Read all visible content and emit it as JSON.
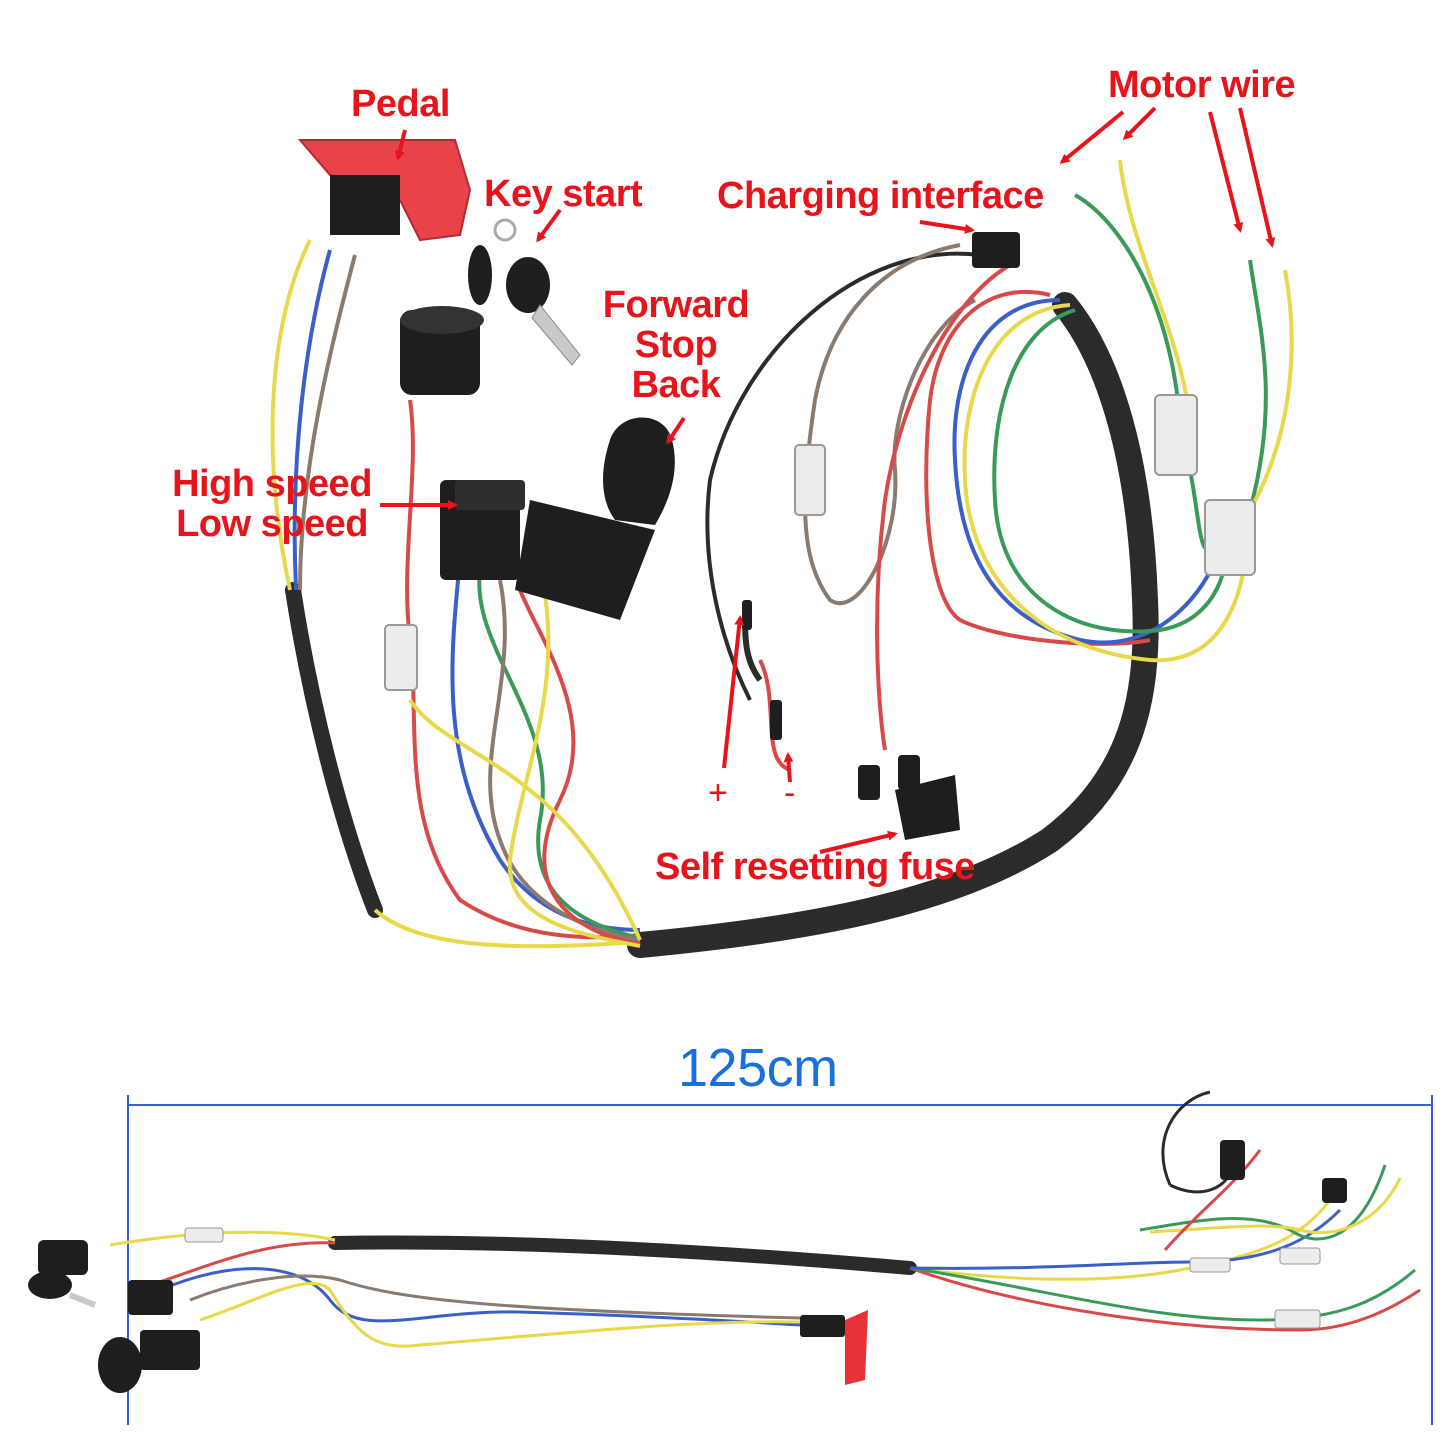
{
  "labels": {
    "pedal": "Pedal",
    "key_start": "Key start",
    "forward": "Forward",
    "stop": "Stop",
    "back": "Back",
    "high_speed": "High speed",
    "low_speed": "Low speed",
    "charging_interface": "Charging interface",
    "motor_wire": "Motor wire",
    "plus": "+",
    "minus": "-",
    "self_resetting_fuse": "Self resetting fuse",
    "length": "125cm"
  },
  "colors": {
    "label": "#e8141c",
    "dimension": "#1a6fe0",
    "pedal_body": "#e8424a",
    "sheath": "#2b2b2b"
  }
}
